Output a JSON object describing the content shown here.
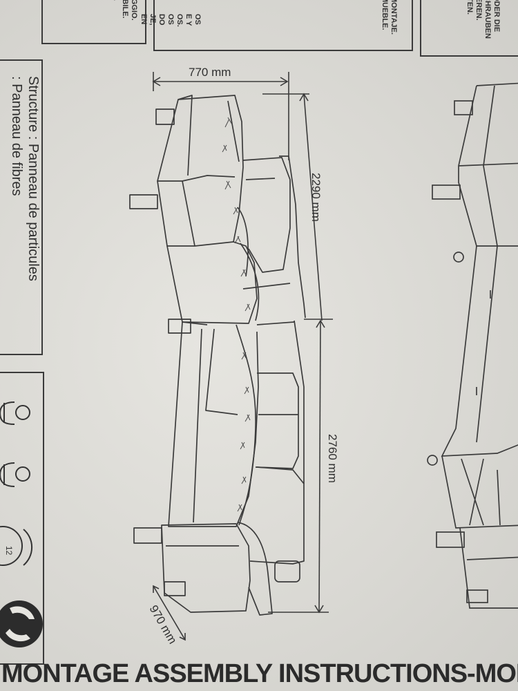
{
  "dimensions": {
    "width": "770 mm",
    "depth_long": "2290 mm",
    "length": "2760 mm",
    "depth_short": "970 mm"
  },
  "materials": {
    "label": "Structure :",
    "line1": "Panneau de particules",
    "line2": ": Panneau de fibres"
  },
  "top_fragments": {
    "box1": [
      "AGGIO.",
      "OBILE.",
      "A."
    ],
    "box2": [
      "OS",
      "E Y",
      "OS.",
      "",
      "OS",
      "DO",
      "JE,",
      "EN"
    ],
    "box3": [
      "MONTAJE.",
      "MUEBLE."
    ],
    "box4": [
      "ODER DIE",
      "CHRAUBEN",
      "IEREN.",
      "ITEN."
    ]
  },
  "icons": {
    "clock_number": "12"
  },
  "footer": {
    "title": "MONTAGE ASSEMBLY INSTRUCTIONS-MONTAGE"
  }
}
